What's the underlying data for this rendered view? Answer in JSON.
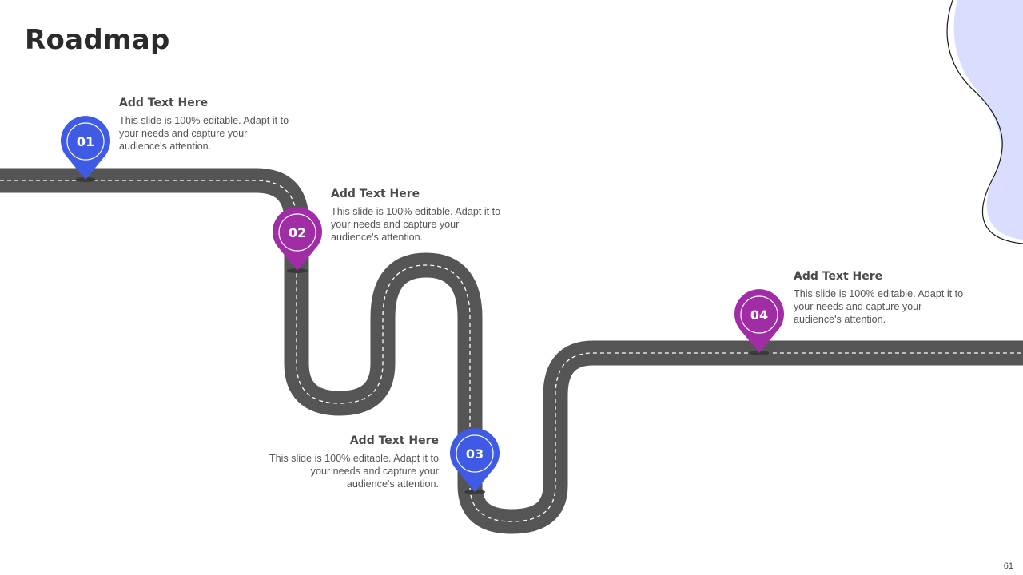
{
  "slide": {
    "title": "Roadmap",
    "page_number": "61"
  },
  "colors": {
    "road": "#555555",
    "road_dash": "#ffffff",
    "blue_pin": "#3f5be6",
    "purple_pin": "#a02ca6",
    "blob": "#d9defe",
    "blob_outline": "#1a1a1a"
  },
  "steps": [
    {
      "number": "01",
      "color": "blue",
      "heading": "Add Text Here",
      "body": "This slide is 100% editable. Adapt it to your needs and capture your audience's attention."
    },
    {
      "number": "02",
      "color": "purple",
      "heading": "Add Text Here",
      "body": "This slide is 100% editable. Adapt it to your needs and capture your audience's attention."
    },
    {
      "number": "03",
      "color": "blue",
      "heading": "Add Text Here",
      "body": "This slide is 100% editable. Adapt it to your needs and capture your audience's attention."
    },
    {
      "number": "04",
      "color": "purple",
      "heading": "Add Text Here",
      "body": "This slide is 100% editable. Adapt it to your needs and capture your audience's attention."
    }
  ]
}
